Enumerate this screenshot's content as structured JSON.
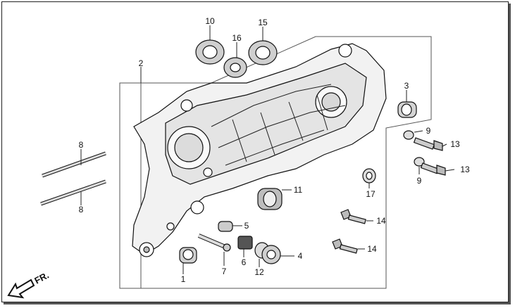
{
  "direction": {
    "text": "FR."
  },
  "callouts": [
    {
      "id": "10",
      "text": "10"
    },
    {
      "id": "16",
      "text": "16"
    },
    {
      "id": "15",
      "text": "15"
    },
    {
      "id": "2",
      "text": "2"
    },
    {
      "id": "3",
      "text": "3"
    },
    {
      "id": "9a",
      "text": "9"
    },
    {
      "id": "13a",
      "text": "13"
    },
    {
      "id": "13b",
      "text": "13"
    },
    {
      "id": "9b",
      "text": "9"
    },
    {
      "id": "17",
      "text": "17"
    },
    {
      "id": "8a",
      "text": "8"
    },
    {
      "id": "8b",
      "text": "8"
    },
    {
      "id": "11",
      "text": "11"
    },
    {
      "id": "14a",
      "text": "14"
    },
    {
      "id": "14b",
      "text": "14"
    },
    {
      "id": "5",
      "text": "5"
    },
    {
      "id": "4",
      "text": "4"
    },
    {
      "id": "7",
      "text": "7"
    },
    {
      "id": "6",
      "text": "6"
    },
    {
      "id": "12",
      "text": "12"
    },
    {
      "id": "1",
      "text": "1"
    }
  ]
}
